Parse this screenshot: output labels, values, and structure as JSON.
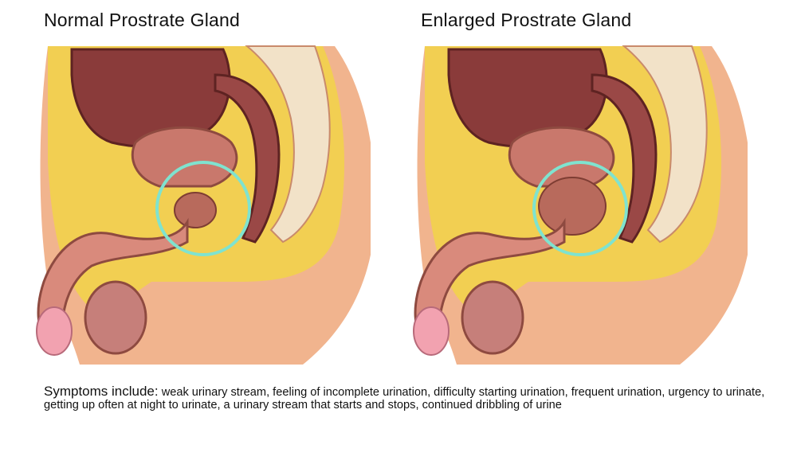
{
  "panels": [
    {
      "title": "Normal Prostrate Gland",
      "prostate_state": "normal"
    },
    {
      "title": "Enlarged Prostrate Gland",
      "prostate_state": "enlarged"
    }
  ],
  "symptoms": {
    "lead": "Symptoms include:",
    "text": "weak urinary stream, feeling of incomplete urination, difficulty starting urination, frequent urination, urgency to urinate, getting up often at night to urinate, a urinary stream that starts and stops, continued dribbling of urine"
  },
  "colors": {
    "highlight_ring": "#7fe3cf",
    "skin": "#f1b48e",
    "fat": "#f2cf52",
    "organ": "#c9786c",
    "bowel": "#8a3b3a",
    "bone": "#f2e2c8"
  }
}
